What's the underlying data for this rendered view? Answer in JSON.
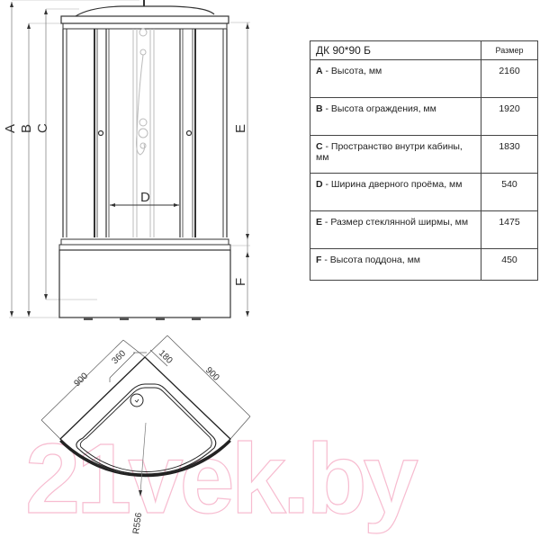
{
  "table": {
    "title": "ДК  90*90 Б",
    "header_value": "Размер",
    "rows": [
      {
        "letter": "A",
        "label": " - Высота, мм",
        "value": "2160"
      },
      {
        "letter": "B",
        "label": " - Высота ограждения, мм",
        "value": "1920"
      },
      {
        "letter": "C",
        "label": " - Пространство внутри кабины, мм",
        "value": "1830"
      },
      {
        "letter": "D",
        "label": " - Ширина дверного проёма, мм",
        "value": "540"
      },
      {
        "letter": "E",
        "label": " - Размер стеклянной ширмы, мм",
        "value": "1475"
      },
      {
        "letter": "F",
        "label": " - Высота поддона, мм",
        "value": "450"
      }
    ]
  },
  "front_view": {
    "labels": {
      "a": "A",
      "b": "B",
      "c": "C",
      "d": "D",
      "e": "E",
      "f": "F"
    }
  },
  "top_view": {
    "dims": {
      "side_left": "900",
      "side_right": "900",
      "drain_offset": "360",
      "drain_offset2": "180",
      "radius": "R556"
    }
  },
  "watermark": "21vek.by",
  "colors": {
    "line": "#333333",
    "light_line": "#bbbbbb",
    "watermark": "#f7bcd0"
  }
}
